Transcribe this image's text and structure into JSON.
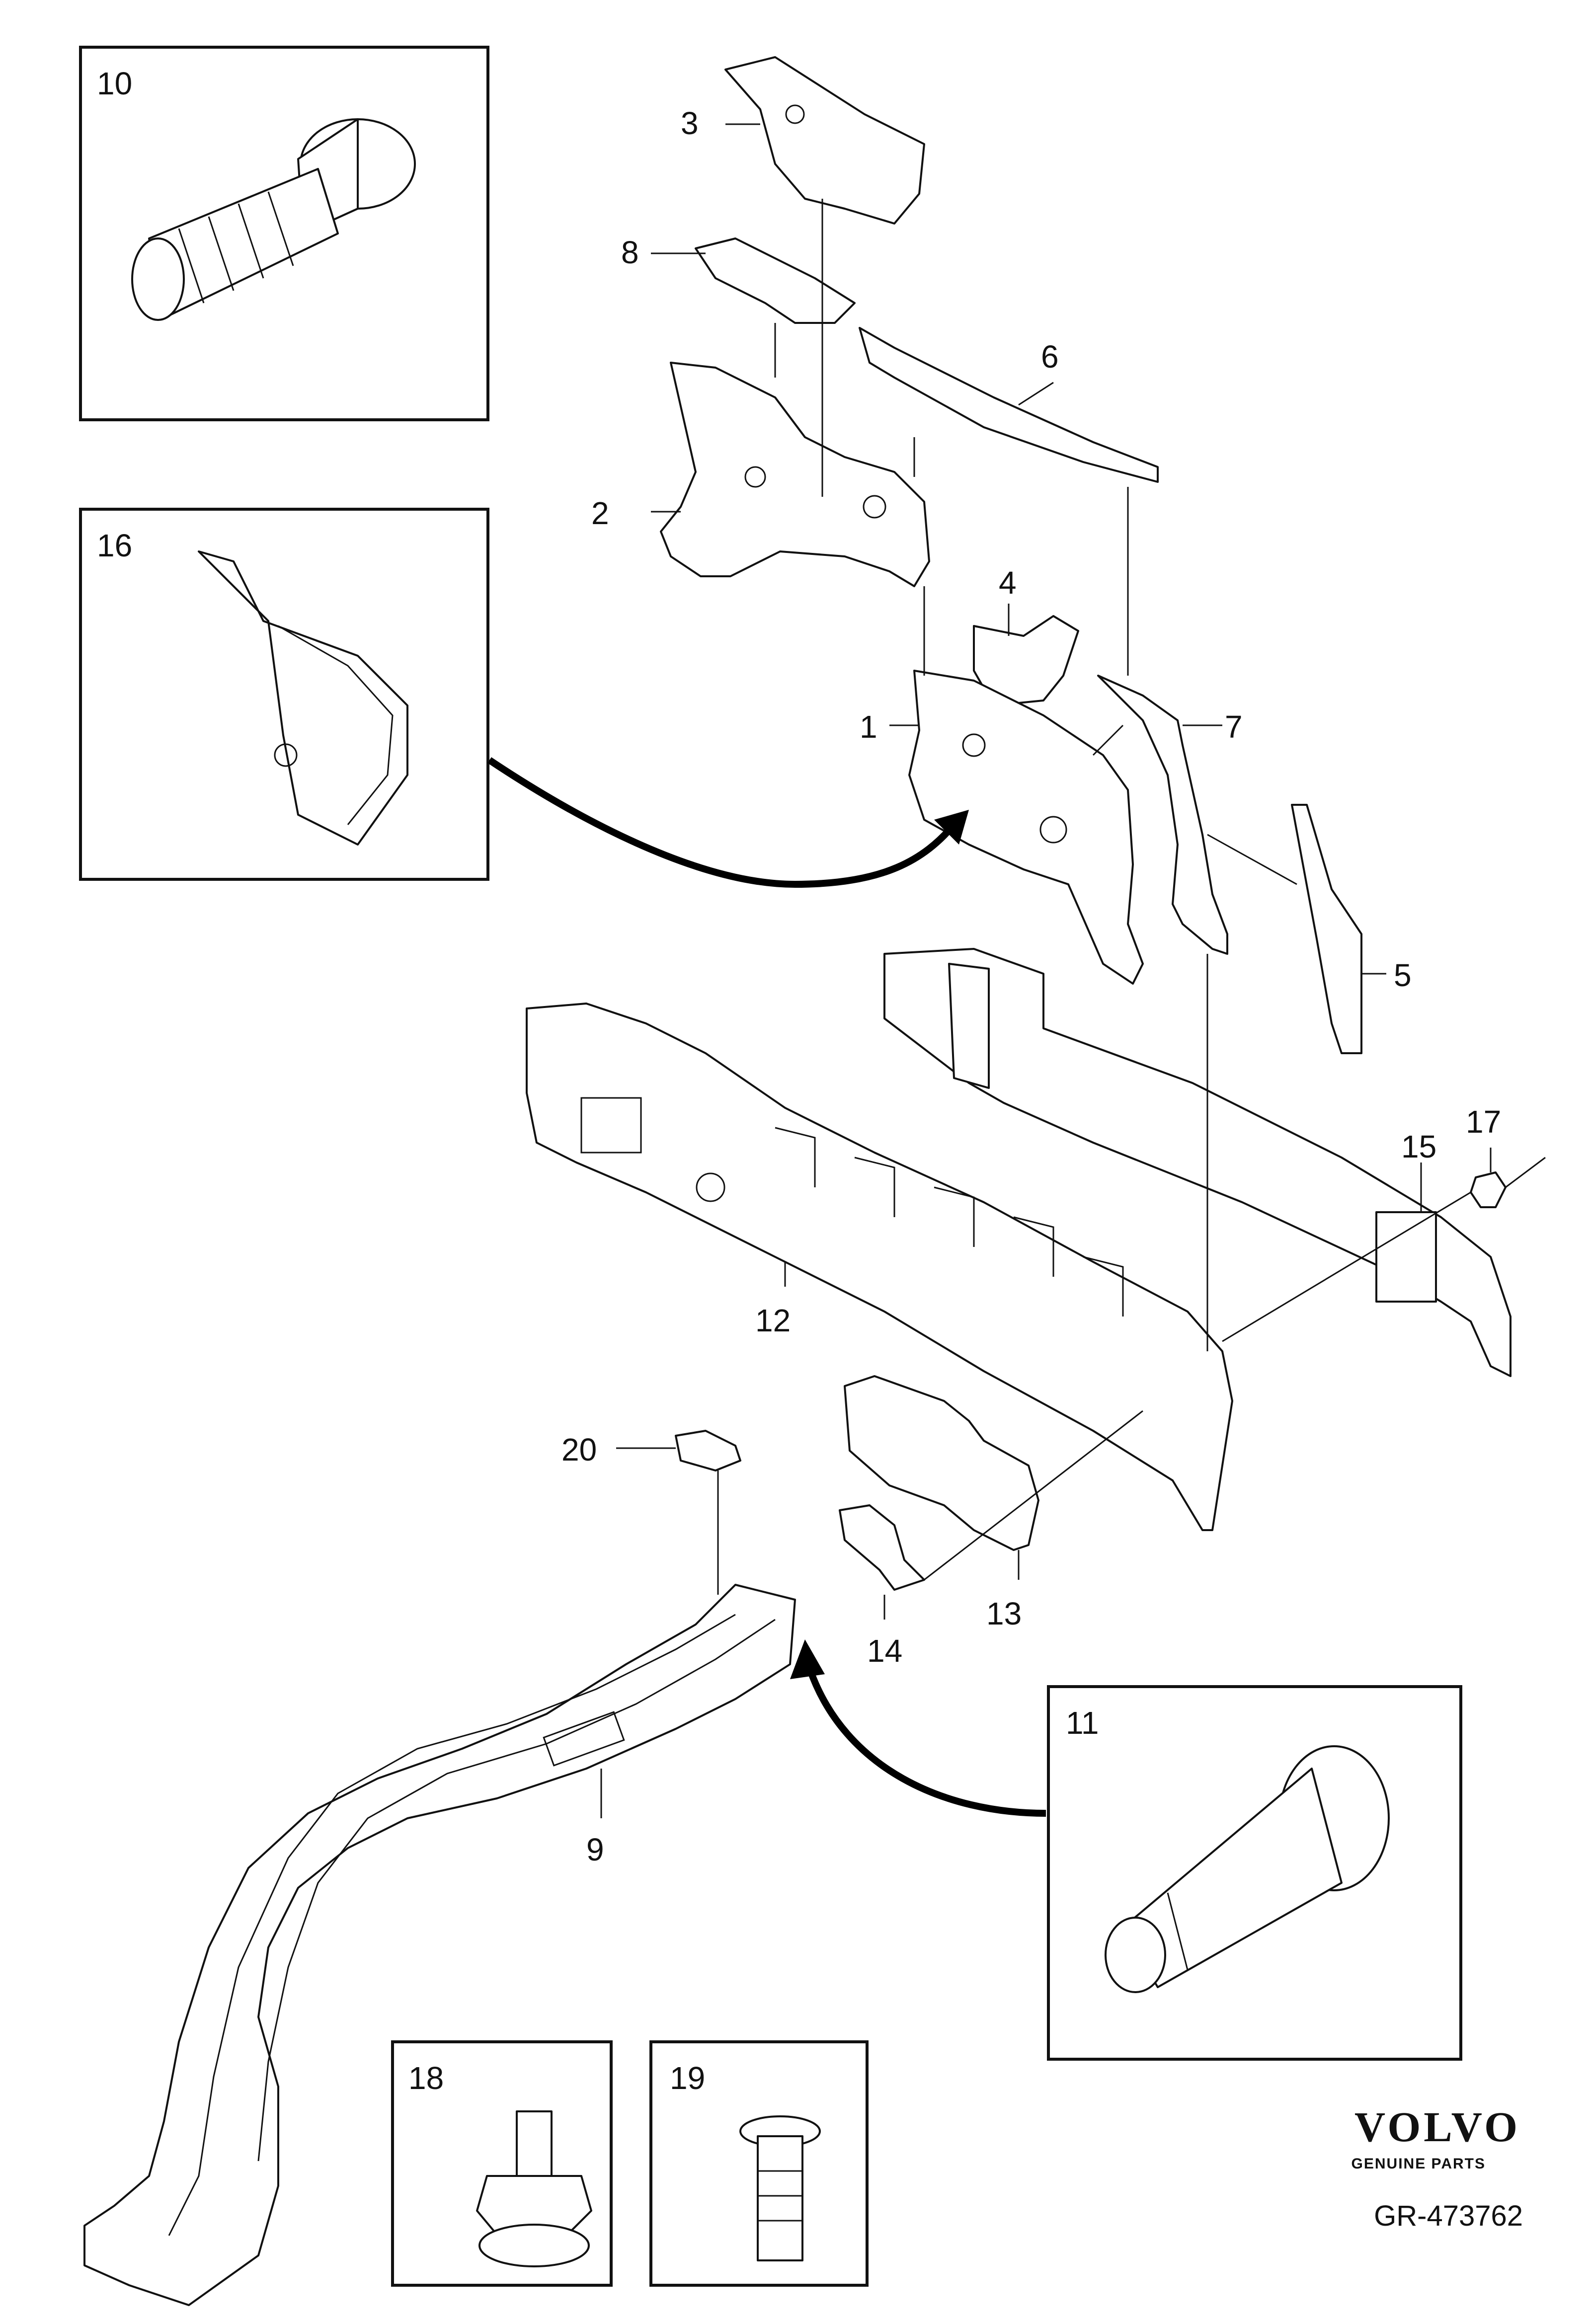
{
  "callouts": {
    "c1": "1",
    "c2": "2",
    "c3": "3",
    "c4": "4",
    "c5": "5",
    "c6": "6",
    "c7": "7",
    "c8": "8",
    "c9": "9",
    "c10": "10",
    "c11": "11",
    "c12": "12",
    "c13": "13",
    "c14": "14",
    "c15": "15",
    "c16": "16",
    "c17": "17",
    "c18": "18",
    "c19": "19",
    "c20": "20"
  },
  "brand": {
    "name": "VOLVO",
    "tagline": "GENUINE PARTS"
  },
  "reference": "GR-473762"
}
